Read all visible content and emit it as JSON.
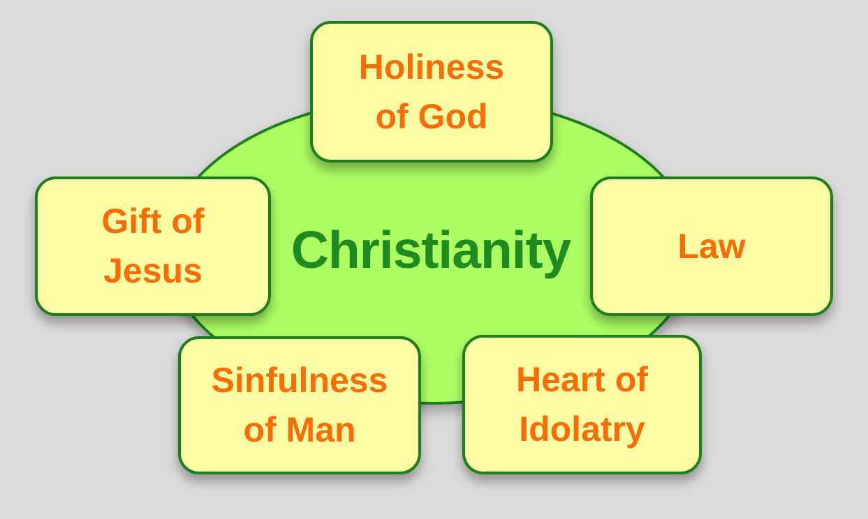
{
  "colors": {
    "background": "#DBDBDB",
    "ellipse_fill": "#ADFD65",
    "border_green": "#1E7E1E",
    "box_fill": "#FDFDA5",
    "text_orange": "#F76E09",
    "title_green": "#1F8A1F"
  },
  "diagram": {
    "title": "Christianity",
    "nodes": {
      "holiness": {
        "line1": "Holiness",
        "line2": "of God"
      },
      "gift": {
        "line1": "Gift of",
        "line2": "Jesus"
      },
      "law": {
        "line1": "Law"
      },
      "sinfulness": {
        "line1": "Sinfulness",
        "line2": "of Man"
      },
      "heart": {
        "line1": "Heart of",
        "line2": "Idolatry"
      }
    }
  }
}
